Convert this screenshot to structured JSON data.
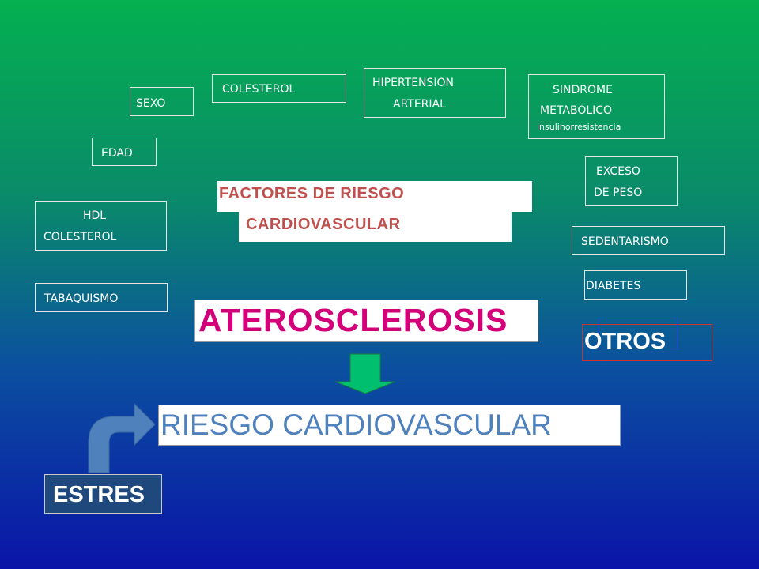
{
  "factors": {
    "sexo": "SEXO",
    "colesterol": "COLESTEROL",
    "hipertension_1": "HIPERTENSION",
    "hipertension_2": "ARTERIAL",
    "sindrome_1": "SINDROME",
    "sindrome_2": "METABOLICO",
    "sindrome_3": "insulinorresistencia",
    "edad": "EDAD",
    "exceso_1": "EXCESO",
    "exceso_2": "DE PESO",
    "hdl_1": "HDL",
    "hdl_2": "COLESTEROL",
    "sedentarismo": "SEDENTARISMO",
    "diabetes": "DIABETES",
    "tabaquismo": "TABAQUISMO",
    "otros": "OTROS"
  },
  "center": {
    "title_line1": "FACTORES DE RIESGO",
    "title_line2": "CARDIOVASCULAR",
    "main": "ATEROSCLEROSIS",
    "result": "RIESGO CARDIOVASCULAR",
    "estres": "ESTRES"
  },
  "colors": {
    "title_red": "#c0504d",
    "magenta": "#d4007a",
    "result_blue": "#4f81bd",
    "arrow_green": "#00c070",
    "curved_arrow": "#4f81bd",
    "estres_bg": "#1f497d"
  }
}
